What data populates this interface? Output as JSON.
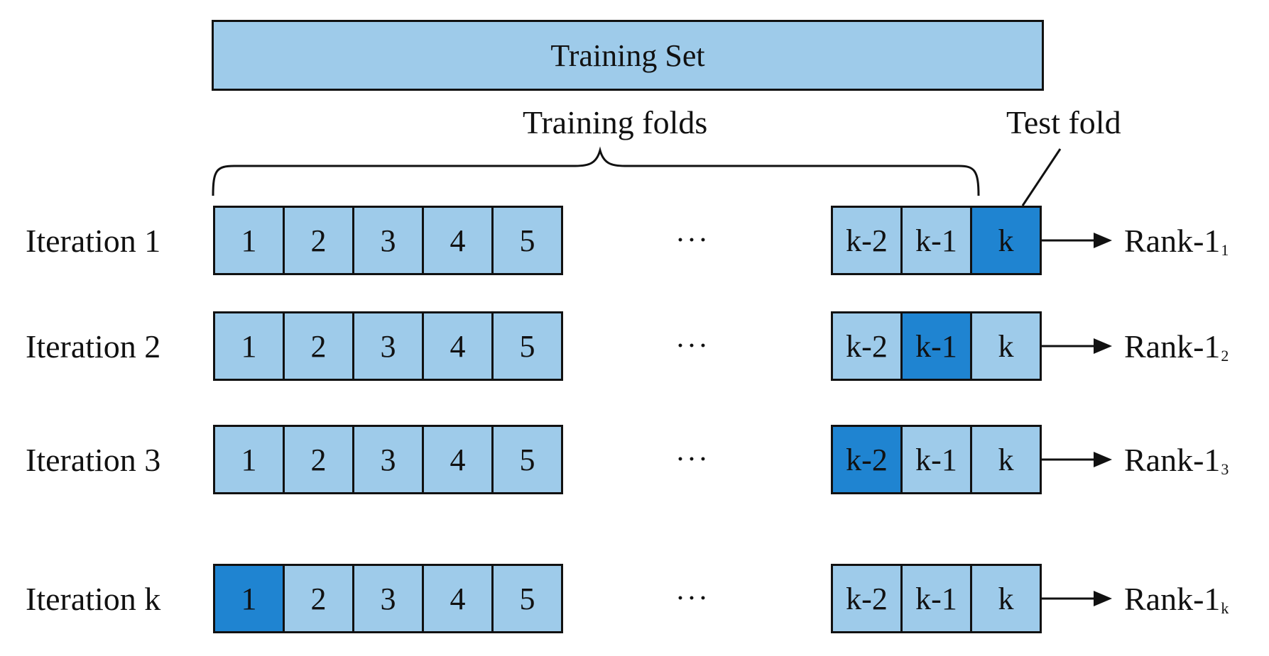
{
  "training_set": {
    "label": "Training Set"
  },
  "captions": {
    "training_folds": "Training folds",
    "test_fold": "Test fold"
  },
  "ellipsis": "···",
  "left_folds": [
    "1",
    "2",
    "3",
    "4",
    "5"
  ],
  "right_folds": [
    "k-2",
    "k-1",
    "k"
  ],
  "iterations": [
    {
      "label": "Iteration 1",
      "test_fold": "k",
      "result": {
        "prefix": "Rank-1",
        "sub": "1"
      }
    },
    {
      "label": "Iteration 2",
      "test_fold": "k-1",
      "result": {
        "prefix": "Rank-1",
        "sub": "2"
      }
    },
    {
      "label": "Iteration 3",
      "test_fold": "k-2",
      "result": {
        "prefix": "Rank-1",
        "sub": "3"
      }
    },
    {
      "label": "Iteration k",
      "test_fold": "1",
      "result": {
        "prefix": "Rank-1",
        "sub": "k"
      }
    }
  ],
  "colors": {
    "training_fold": "#9ecbea",
    "test_fold": "#1f84d1",
    "outline": "#111111"
  }
}
